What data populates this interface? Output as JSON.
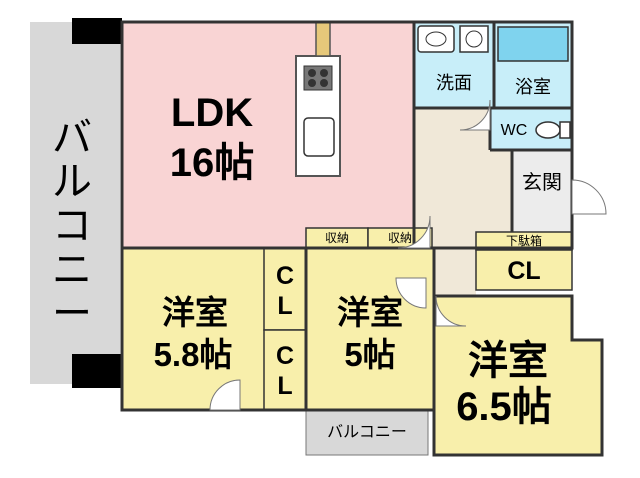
{
  "rooms": {
    "ldk": {
      "name": "LDK",
      "size": "16帖",
      "color": "#f9d4d4"
    },
    "western_a": {
      "name": "洋室",
      "size": "5.8帖",
      "color": "#f8efab"
    },
    "western_b": {
      "name": "洋室",
      "size": "5帖",
      "color": "#f8efab"
    },
    "western_c": {
      "name": "洋室",
      "size": "6.5帖",
      "color": "#f8efab"
    }
  },
  "storage": {
    "cl_upper": {
      "line1": "C",
      "line2": "L"
    },
    "cl_lower": {
      "line1": "C",
      "line2": "L"
    },
    "cl_right": "CL",
    "shuno_1": "収納",
    "shuno_2": "収納",
    "shoe_box": "下駄箱"
  },
  "wet_area": {
    "washroom": "洗面",
    "bathroom": "浴室",
    "toilet": "WC",
    "color": "#c8eef9"
  },
  "entrance": {
    "label": "玄関",
    "color": "#ececec"
  },
  "hall": {
    "color": "#f0e8d8"
  },
  "balcony": {
    "side": "バルコニー",
    "bottom": "バルコニー",
    "color": "#d8d8d8"
  }
}
